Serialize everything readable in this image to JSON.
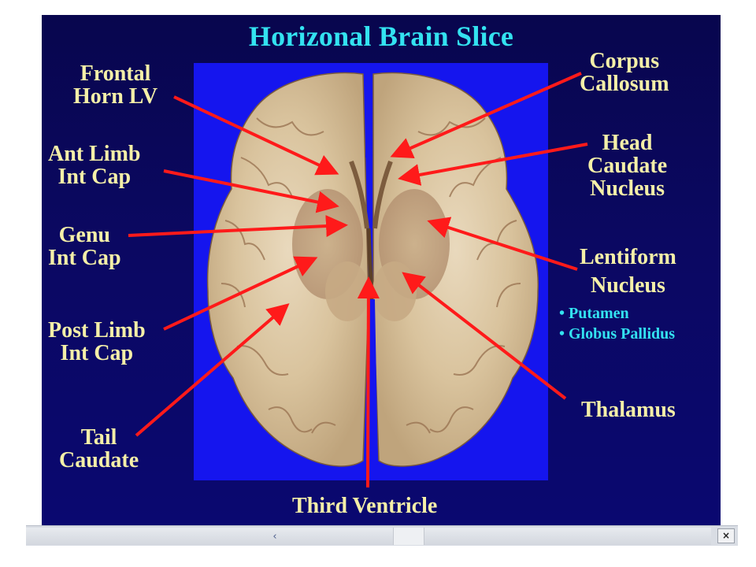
{
  "slide": {
    "title": "Horizonal Brain Slice",
    "labels": {
      "frontal_horn": [
        "Frontal",
        "Horn LV"
      ],
      "ant_limb": [
        "Ant Limb",
        "Int Cap"
      ],
      "genu": [
        "Genu",
        "Int Cap"
      ],
      "post_limb": [
        "Post Limb",
        "Int Cap"
      ],
      "tail_caudate": [
        "Tail",
        "Caudate"
      ],
      "corpus_callosum": [
        "Corpus",
        "Callosum"
      ],
      "head_caudate": [
        "Head",
        "Caudate",
        "Nucleus"
      ],
      "lentiform": [
        "Lentiform",
        "Nucleus"
      ],
      "lentiform_parts": [
        "• Putamen",
        "• Globus Pallidus"
      ],
      "thalamus": "Thalamus",
      "third_ventricle": "Third Ventricle"
    },
    "colors": {
      "background": "#0b0862",
      "photo_background": "#1515ee",
      "title": "#33e2f0",
      "label": "#f4efa8",
      "arrow": "#ff1a1a"
    }
  },
  "scrollbar": {
    "left_arrow_icon": "‹",
    "close_icon": "×"
  }
}
